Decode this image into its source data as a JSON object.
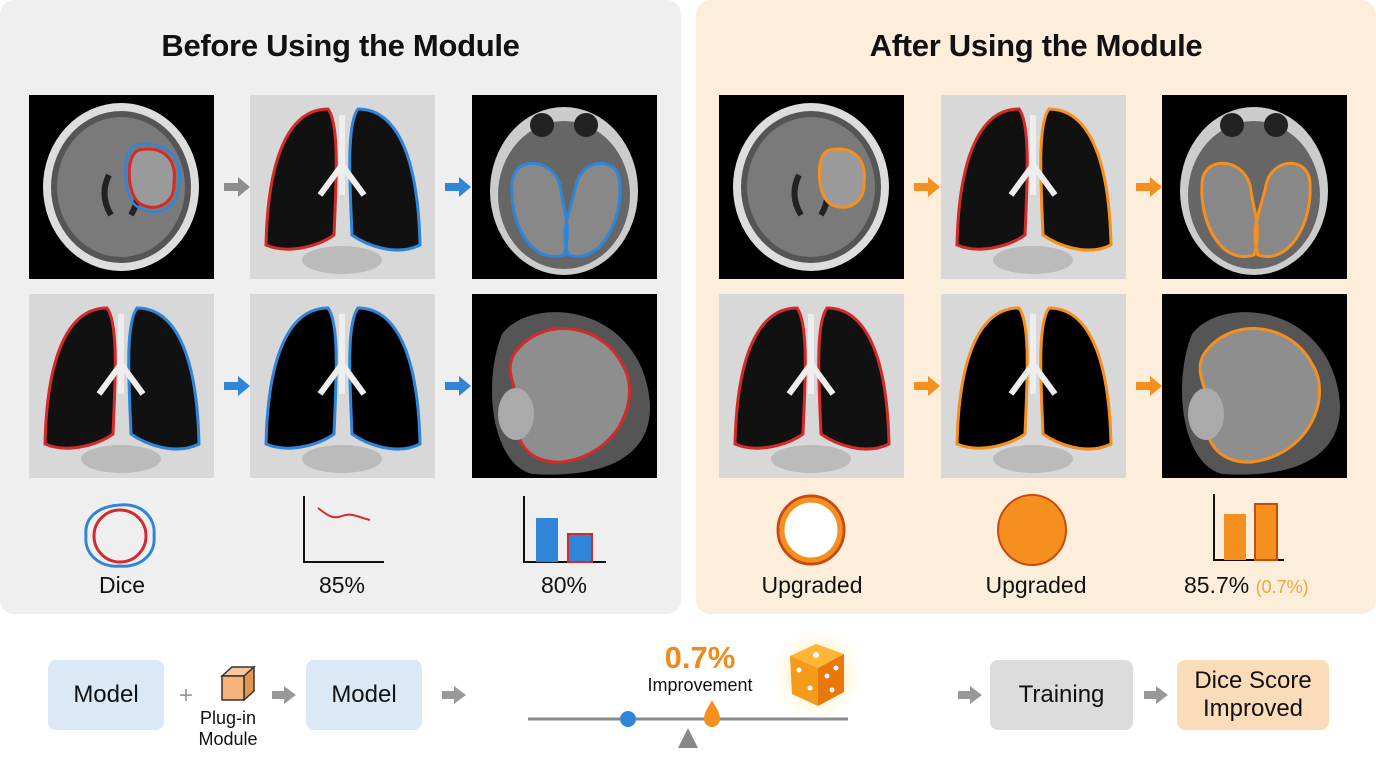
{
  "left": {
    "title": "Before Using the Module",
    "metrics": [
      {
        "label": "Dice"
      },
      {
        "label": "85%"
      },
      {
        "label": "80%"
      }
    ]
  },
  "right": {
    "title": "After Using the Module",
    "metrics": [
      {
        "label": "Upgraded"
      },
      {
        "label": "Upgraded"
      },
      {
        "label": "85.7%",
        "delta": "(0.7%)"
      }
    ]
  },
  "pipeline": {
    "model_1": "Model",
    "plus": "+",
    "plugin_label": "Plug-in Module",
    "model_2": "Model",
    "improvement_value": "0.7%",
    "improvement_label": "Improvement",
    "training": "Training",
    "result": "Dice Score Improved"
  },
  "colors": {
    "before_left_bg": "#efefef",
    "after_bg": "#fdeedc",
    "red": "#d42a2a",
    "blue": "#2f86d8",
    "orange": "#f5901e",
    "model_box": "#dbe8f5",
    "training_box": "#dcdcdc",
    "result_box": "#fbdcb8"
  }
}
